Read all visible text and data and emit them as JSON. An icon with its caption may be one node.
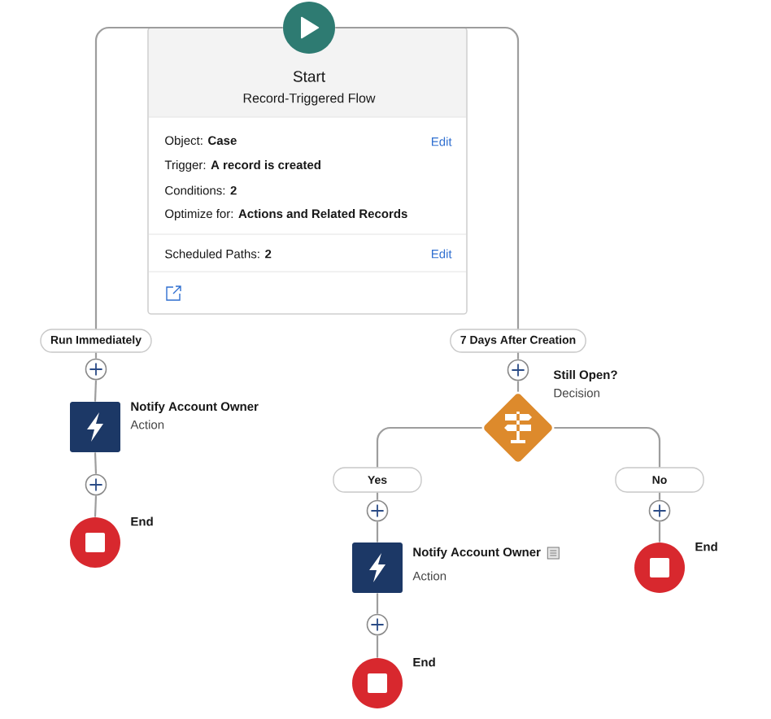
{
  "diagram": {
    "nodes": [
      {
        "text": [],
        "shape": "circle"
      },
      {
        "text": [
          "Start",
          "Record-Triggered Flow",
          "Object: **Case**",
          "Edit",
          "Trigger: **A record is created**",
          "Conditions: **2**",
          "Optimize for: **Actions and Related Records**",
          "Scheduled Paths: **2**",
          "Edit"
        ]
      },
      {
        "text": [
          "Run Immediately"
        ]
      },
      {
        "text": [],
        "shape": "circle"
      },
      {
        "text": [
          "Notify Account Owner",
          "Action"
        ]
      },
      {
        "text": [],
        "shape": "circle"
      },
      {
        "text": [
          "End"
        ]
      },
      {
        "text": [
          "7 Days After Creation"
        ]
      },
      {
        "text": [],
        "shape": "circle"
      },
      {
        "text": [
          "Still Open?",
          "Decision"
        ]
      },
      {
        "text": [
          "Yes"
        ]
      },
      {
        "text": [],
        "shape": "circle"
      },
      {
        "text": [
          "Notify Account Owner",
          "Action"
        ]
      },
      {
        "text": [],
        "shape": "circle"
      },
      {
        "text": [
          "End"
        ]
      },
      {
        "text": [
          "No"
        ]
      },
      {
        "text": [],
        "shape": "circle"
      },
      {
        "text": [
          "End"
        ]
      }
    ],
    "edges": [
      {
        "from": 0,
        "to": 2,
        "arrow": "none"
      },
      {
        "from": 2,
        "to": 3,
        "arrow": "none"
      },
      {
        "from": 3,
        "to": 4,
        "arrow": "none"
      },
      {
        "from": 4,
        "to": 5,
        "arrow": "none"
      },
      {
        "from": 5,
        "to": 6,
        "arrow": "none"
      },
      {
        "from": 0,
        "to": 7,
        "arrow": "none"
      },
      {
        "from": 7,
        "to": 8,
        "arrow": "none"
      },
      {
        "from": 8,
        "to": 9,
        "arrow": "none"
      },
      {
        "from": 9,
        "to": 10,
        "arrow": "none"
      },
      {
        "from": 10,
        "to": 11,
        "arrow": "none"
      },
      {
        "from": 11,
        "to": 12,
        "arrow": "none"
      },
      {
        "from": 12,
        "to": 13,
        "arrow": "none"
      },
      {
        "from": 13,
        "to": 14,
        "arrow": "none"
      },
      {
        "from": 9,
        "to": 15,
        "arrow": "none"
      },
      {
        "from": 15,
        "to": 16,
        "arrow": "none"
      },
      {
        "from": 16,
        "to": 17,
        "arrow": "none"
      }
    ]
  }
}
